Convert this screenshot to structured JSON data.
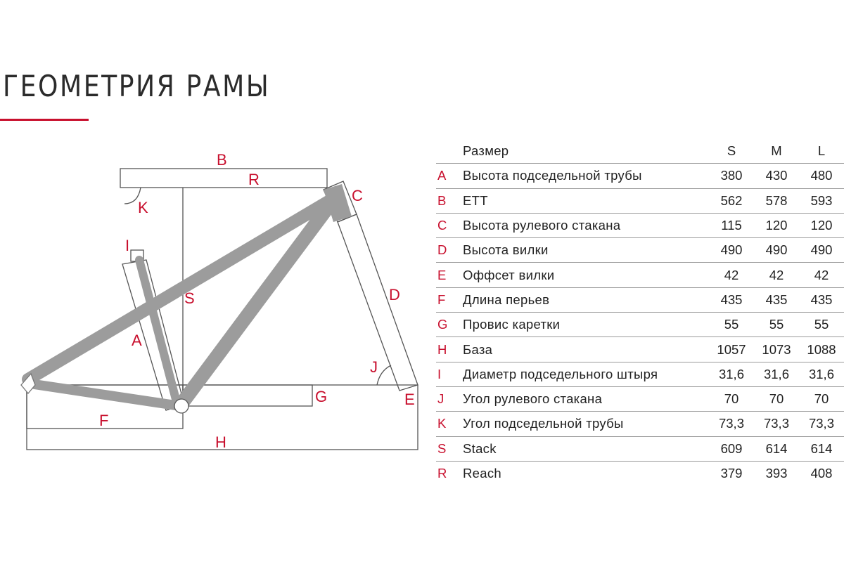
{
  "title": "ГЕОМЕТРИЯ РАМЫ",
  "colors": {
    "accent": "#c8102e",
    "frame": "#9c9c9c",
    "lines": "#555555",
    "text": "#222222"
  },
  "diagram_labels": {
    "B": "B",
    "R": "R",
    "C": "C",
    "K": "K",
    "I": "I",
    "S": "S",
    "D": "D",
    "A": "A",
    "J": "J",
    "G": "G",
    "E": "E",
    "F": "F",
    "H": "H"
  },
  "table": {
    "header": {
      "name": "Размер",
      "sizes": [
        "S",
        "M",
        "L"
      ]
    },
    "rows": [
      {
        "letter": "A",
        "name": "Высота подседельной трубы",
        "values": [
          "380",
          "430",
          "480"
        ]
      },
      {
        "letter": "B",
        "name": "ETT",
        "values": [
          "562",
          "578",
          "593"
        ]
      },
      {
        "letter": "C",
        "name": "Высота рулевого стакана",
        "values": [
          "115",
          "120",
          "120"
        ]
      },
      {
        "letter": "D",
        "name": "Высота вилки",
        "values": [
          "490",
          "490",
          "490"
        ]
      },
      {
        "letter": "E",
        "name": "Оффсет вилки",
        "values": [
          "42",
          "42",
          "42"
        ]
      },
      {
        "letter": "F",
        "name": "Длина перьев",
        "values": [
          "435",
          "435",
          "435"
        ]
      },
      {
        "letter": "G",
        "name": "Провис каретки",
        "values": [
          "55",
          "55",
          "55"
        ]
      },
      {
        "letter": "H",
        "name": "База",
        "values": [
          "1057",
          "1073",
          "1088"
        ]
      },
      {
        "letter": "I",
        "name": "Диаметр подседельного штыря",
        "values": [
          "31,6",
          "31,6",
          "31,6"
        ]
      },
      {
        "letter": "J",
        "name": "Угол рулевого стакана",
        "values": [
          "70",
          "70",
          "70"
        ]
      },
      {
        "letter": "K",
        "name": "Угол подседельной трубы",
        "values": [
          "73,3",
          "73,3",
          "73,3"
        ]
      },
      {
        "letter": "S",
        "name": "Stack",
        "values": [
          "609",
          "614",
          "614"
        ]
      },
      {
        "letter": "R",
        "name": "Reach",
        "values": [
          "379",
          "393",
          "408"
        ]
      }
    ]
  }
}
